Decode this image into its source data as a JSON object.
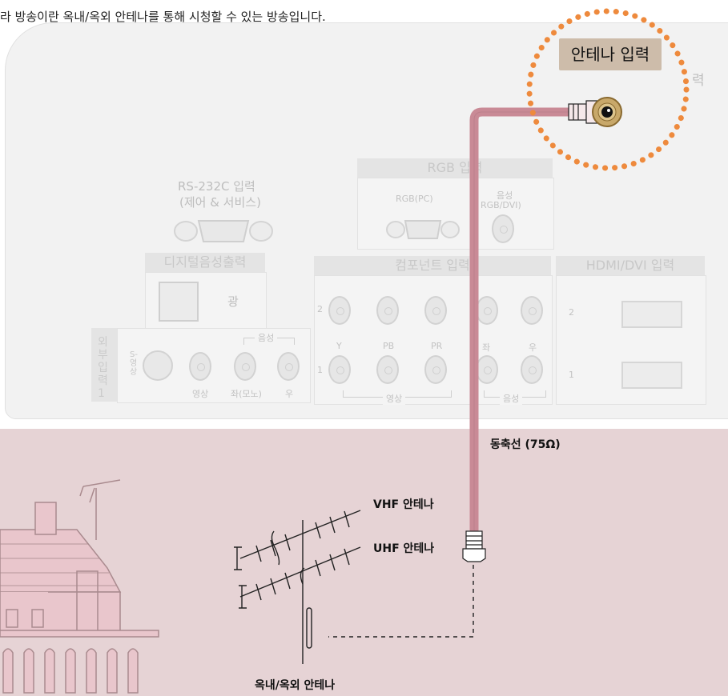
{
  "intro_text": "라 방송이란 옥내/옥외 안테나를 통해 시청할 수 있는 방송입니다.",
  "panel": {
    "rs232c_title": "RS-232C 입력",
    "rs232c_sub": "(제어 & 서비스)",
    "rgb_title": "RGB 입력",
    "rgb_pc": "RGB(PC)",
    "rgb_audio_1": "음성",
    "rgb_audio_2": "RGB/DVI)",
    "digital_audio_title": "디지털음성출력",
    "optical_label": "광",
    "component_title": "컴포넌트 입력",
    "component_row_2": "2",
    "component_row_1": "1",
    "y_label": "Y",
    "pb_label": "PB",
    "pr_label": "PR",
    "left_label": "좌",
    "right_label": "우",
    "video_group": "영상",
    "audio_group": "음성",
    "hdmi_title": "HDMI/DVI 입력",
    "hdmi_2": "2",
    "hdmi_1": "1",
    "external_input_title": "외부입력1",
    "svideo_label": "S-영상",
    "ext_video": "영상",
    "ext_left": "좌(모노)",
    "ext_right": "우",
    "ext_audio_group": "음성",
    "antenna_ghost": "력"
  },
  "antenna_input_label": "안테나 입력",
  "coax_label": "동축선 (75Ω)",
  "vhf_label": "VHF 안테나",
  "uhf_label": "UHF 안테나",
  "indoor_outdoor_label": "옥내/옥외 안테나",
  "colors": {
    "cable": "#c98a96",
    "callout_dots": "#ee8a3d",
    "ground": "#e6d3d5",
    "house_fill": "#e9c6cc",
    "house_stroke": "#a98a8e"
  }
}
